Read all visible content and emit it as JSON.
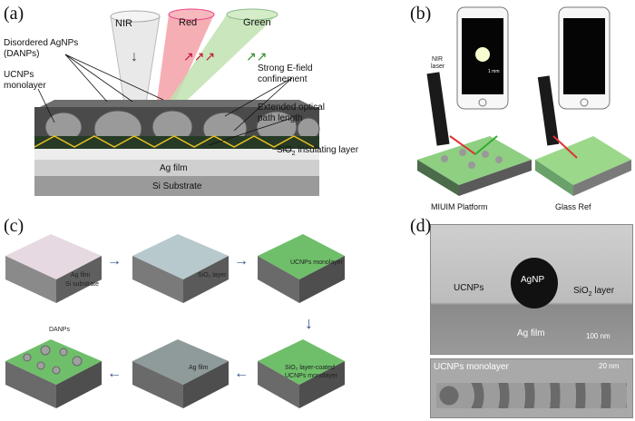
{
  "panels": {
    "a": {
      "label": "(a)",
      "beams": [
        "NIR",
        "Red",
        "Green"
      ],
      "labels": {
        "danps_line1": "Disordered AgNPs",
        "danps_line2": "(DANPs)",
        "ucnps_line1": "UCNPs",
        "ucnps_line2": "monolayer",
        "efield_line1": "Strong E-field",
        "efield_line2": "confinement",
        "optical_line1": "Extended optical",
        "optical_line2": "path length",
        "sio2_prefix": "SiO",
        "sio2_sub": "2",
        "sio2_suffix": " insulating layer",
        "ag_film": "Ag film",
        "si_substrate": "Si Substrate"
      }
    },
    "b": {
      "label": "(b)",
      "nir_line1": "NIR",
      "nir_line2": "laser",
      "scale": "1 mm",
      "platform_left": "MIUIM Platform",
      "platform_right": "Glass Ref"
    },
    "c": {
      "label": "(c)",
      "step1_l1": "Ag film",
      "step1_l2": "Si substrate",
      "step2": "SiO₂ layer",
      "step3": "UCNPs monolayer",
      "step4_l1": "SiO₂ layer-coated",
      "step4_l2": "UCNPs monolayer",
      "step5": "Ag film",
      "step6": "DANPs"
    },
    "d": {
      "label": "(d)",
      "agnp": "AgNP",
      "ucnps": "UCNPs",
      "sio2_prefix": "SiO",
      "sio2_sub": "2",
      "sio2_suffix": " layer",
      "ag_film": "Ag film",
      "scale_top": "100 nm",
      "monolayer": "UCNPs monolayer",
      "scale_bottom": "20 nm"
    }
  }
}
